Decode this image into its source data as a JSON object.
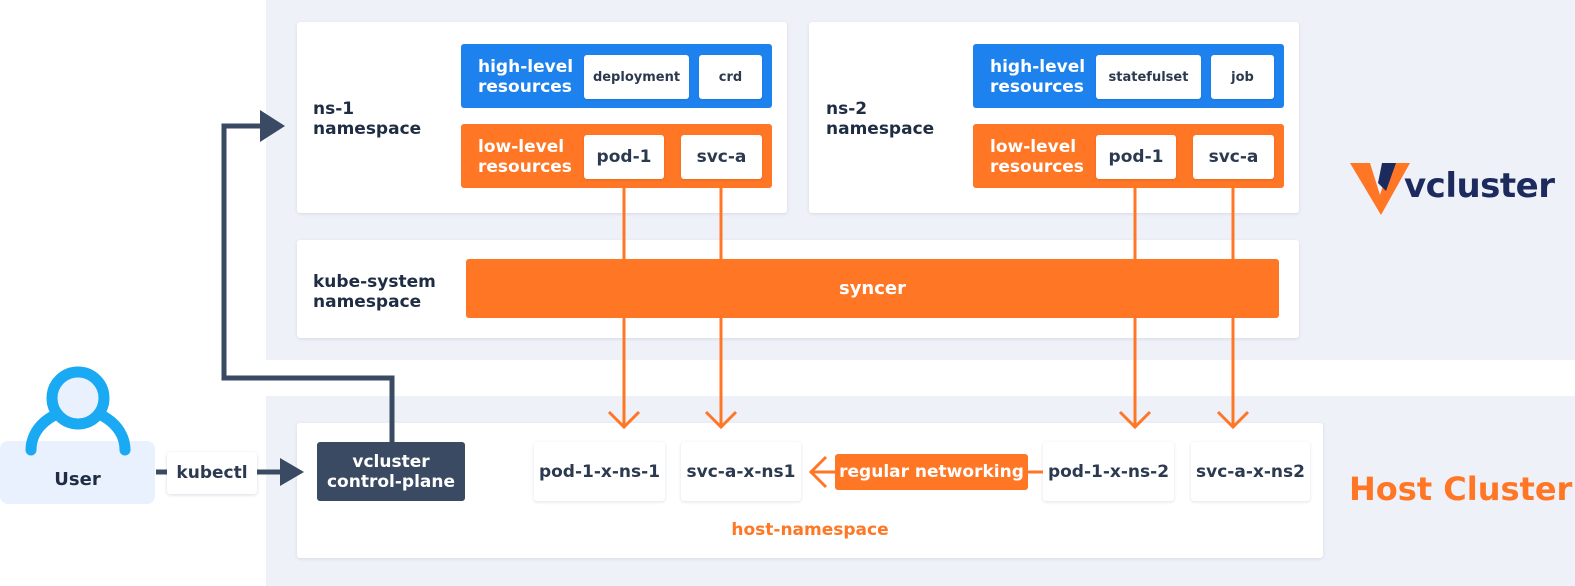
{
  "colors": {
    "orange": "#ff7625",
    "blue": "#1e82ee",
    "dark": "#3a4a62",
    "navy": "#1c2a5e",
    "user_icon": "#1aa9f3",
    "region_bg": "#eef1f8"
  },
  "brand": {
    "name": "vcluster",
    "icon": "vcluster-logo-icon"
  },
  "virtual": {
    "ns1": {
      "label_line1": "ns-1",
      "label_line2": "namespace",
      "high": {
        "label_line1": "high-level",
        "label_line2": "resources",
        "items": [
          "deployment",
          "crd"
        ]
      },
      "low": {
        "label_line1": "low-level",
        "label_line2": "resources",
        "items": [
          "pod-1",
          "svc-a"
        ]
      }
    },
    "ns2": {
      "label_line1": "ns-2",
      "label_line2": "namespace",
      "high": {
        "label_line1": "high-level",
        "label_line2": "resources",
        "items": [
          "statefulset",
          "job"
        ]
      },
      "low": {
        "label_line1": "low-level",
        "label_line2": "resources",
        "items": [
          "pod-1",
          "svc-a"
        ]
      }
    },
    "kube_system": {
      "label_line1": "kube-system",
      "label_line2": "namespace"
    },
    "syncer": "syncer"
  },
  "host": {
    "title": "Host Cluster",
    "namespace_label": "host-namespace",
    "items": [
      "pod-1-x-ns-1",
      "svc-a-x-ns1",
      "pod-1-x-ns-2",
      "svc-a-x-ns2"
    ],
    "networking": "regular networking",
    "control_plane_line1": "vcluster",
    "control_plane_line2": "control-plane"
  },
  "user": {
    "label": "User",
    "icon": "user-icon"
  },
  "kubectl": "kubectl"
}
